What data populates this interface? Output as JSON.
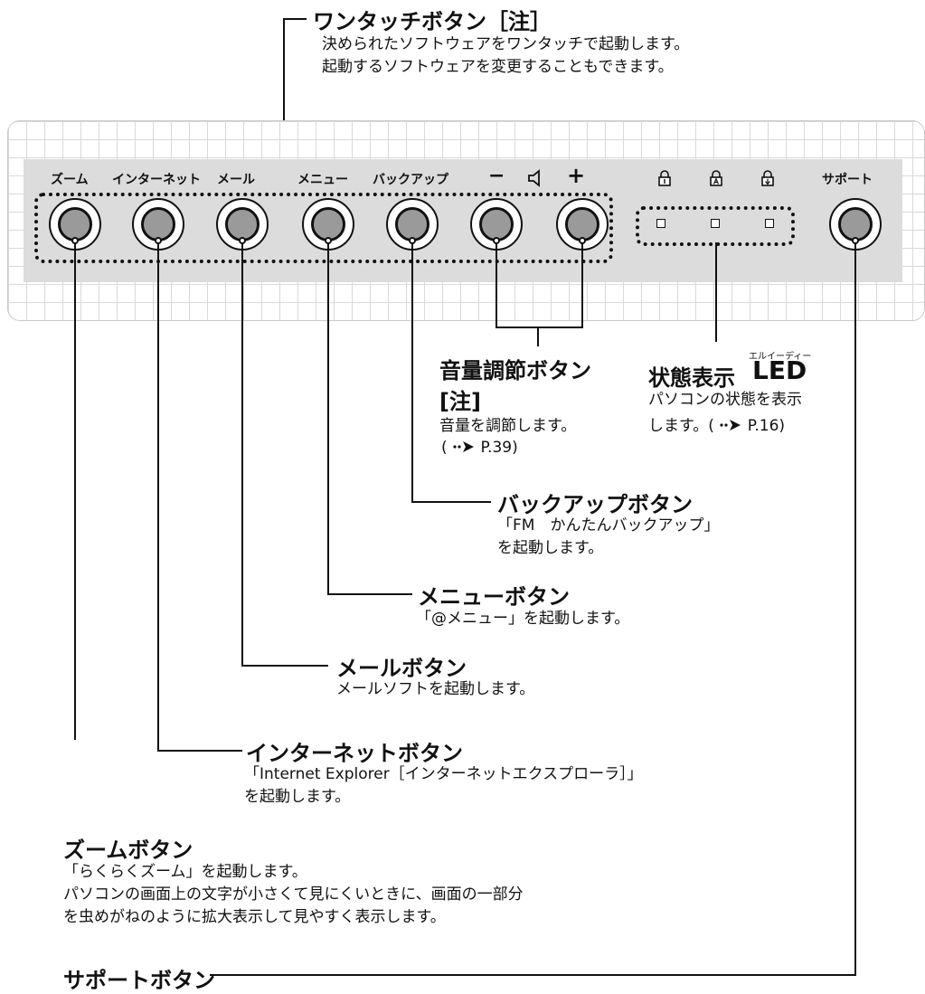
{
  "top_callout": {
    "title": "ワンタッチボタン［注］",
    "desc1": "決められたソフトウェアをワンタッチで起動します。",
    "desc2": "起動するソフトウェアを変更することもできます。"
  },
  "panel_labels": {
    "zoom": "ズーム",
    "internet": "インターネット",
    "mail": "メール",
    "menu": "メニュー",
    "backup": "バックアップ",
    "vol_minus": "−",
    "vol_plus": "+",
    "support": "サポート"
  },
  "volume_callout": {
    "title1": "音量調節ボタン",
    "title2": "[注]",
    "desc": "音量を調節します。",
    "ref_open": "(",
    "ref": "P.39)"
  },
  "led_callout": {
    "title": "状態表示",
    "led": "LED",
    "ruby": "エルイーディー",
    "desc1": "パソコンの状態を表示",
    "desc2": "します。(",
    "ref": "P.16)"
  },
  "backup_callout": {
    "title": "バックアップボタン",
    "desc1": "「FM　かんたんバックアップ」",
    "desc2": "を起動します。"
  },
  "menu_callout": {
    "title": "メニューボタン",
    "desc": "「@メニュー」を起動します。"
  },
  "mail_callout": {
    "title": "メールボタン",
    "desc": "メールソフトを起動します。"
  },
  "internet_callout": {
    "title": "インターネットボタン",
    "desc1": "「Internet Explorer［インターネットエクスプローラ］」",
    "desc2": "を起動します。"
  },
  "zoom_callout": {
    "title": "ズームボタン",
    "desc1": "「らくらくズーム」を起動します。",
    "desc2": "パソコンの画面上の文字が小さくて見にくいときに、画面の一部分",
    "desc3": "を虫めがねのように拡大表示して見やすく表示します。"
  },
  "support_callout": {
    "title": "サポートボタン"
  },
  "icons": {
    "speaker": "speaker-icon",
    "num_lock": "num-lock-icon",
    "caps_lock": "caps-lock-icon",
    "scroll_lock": "scroll-lock-icon",
    "arrow": "arrow-icon"
  }
}
